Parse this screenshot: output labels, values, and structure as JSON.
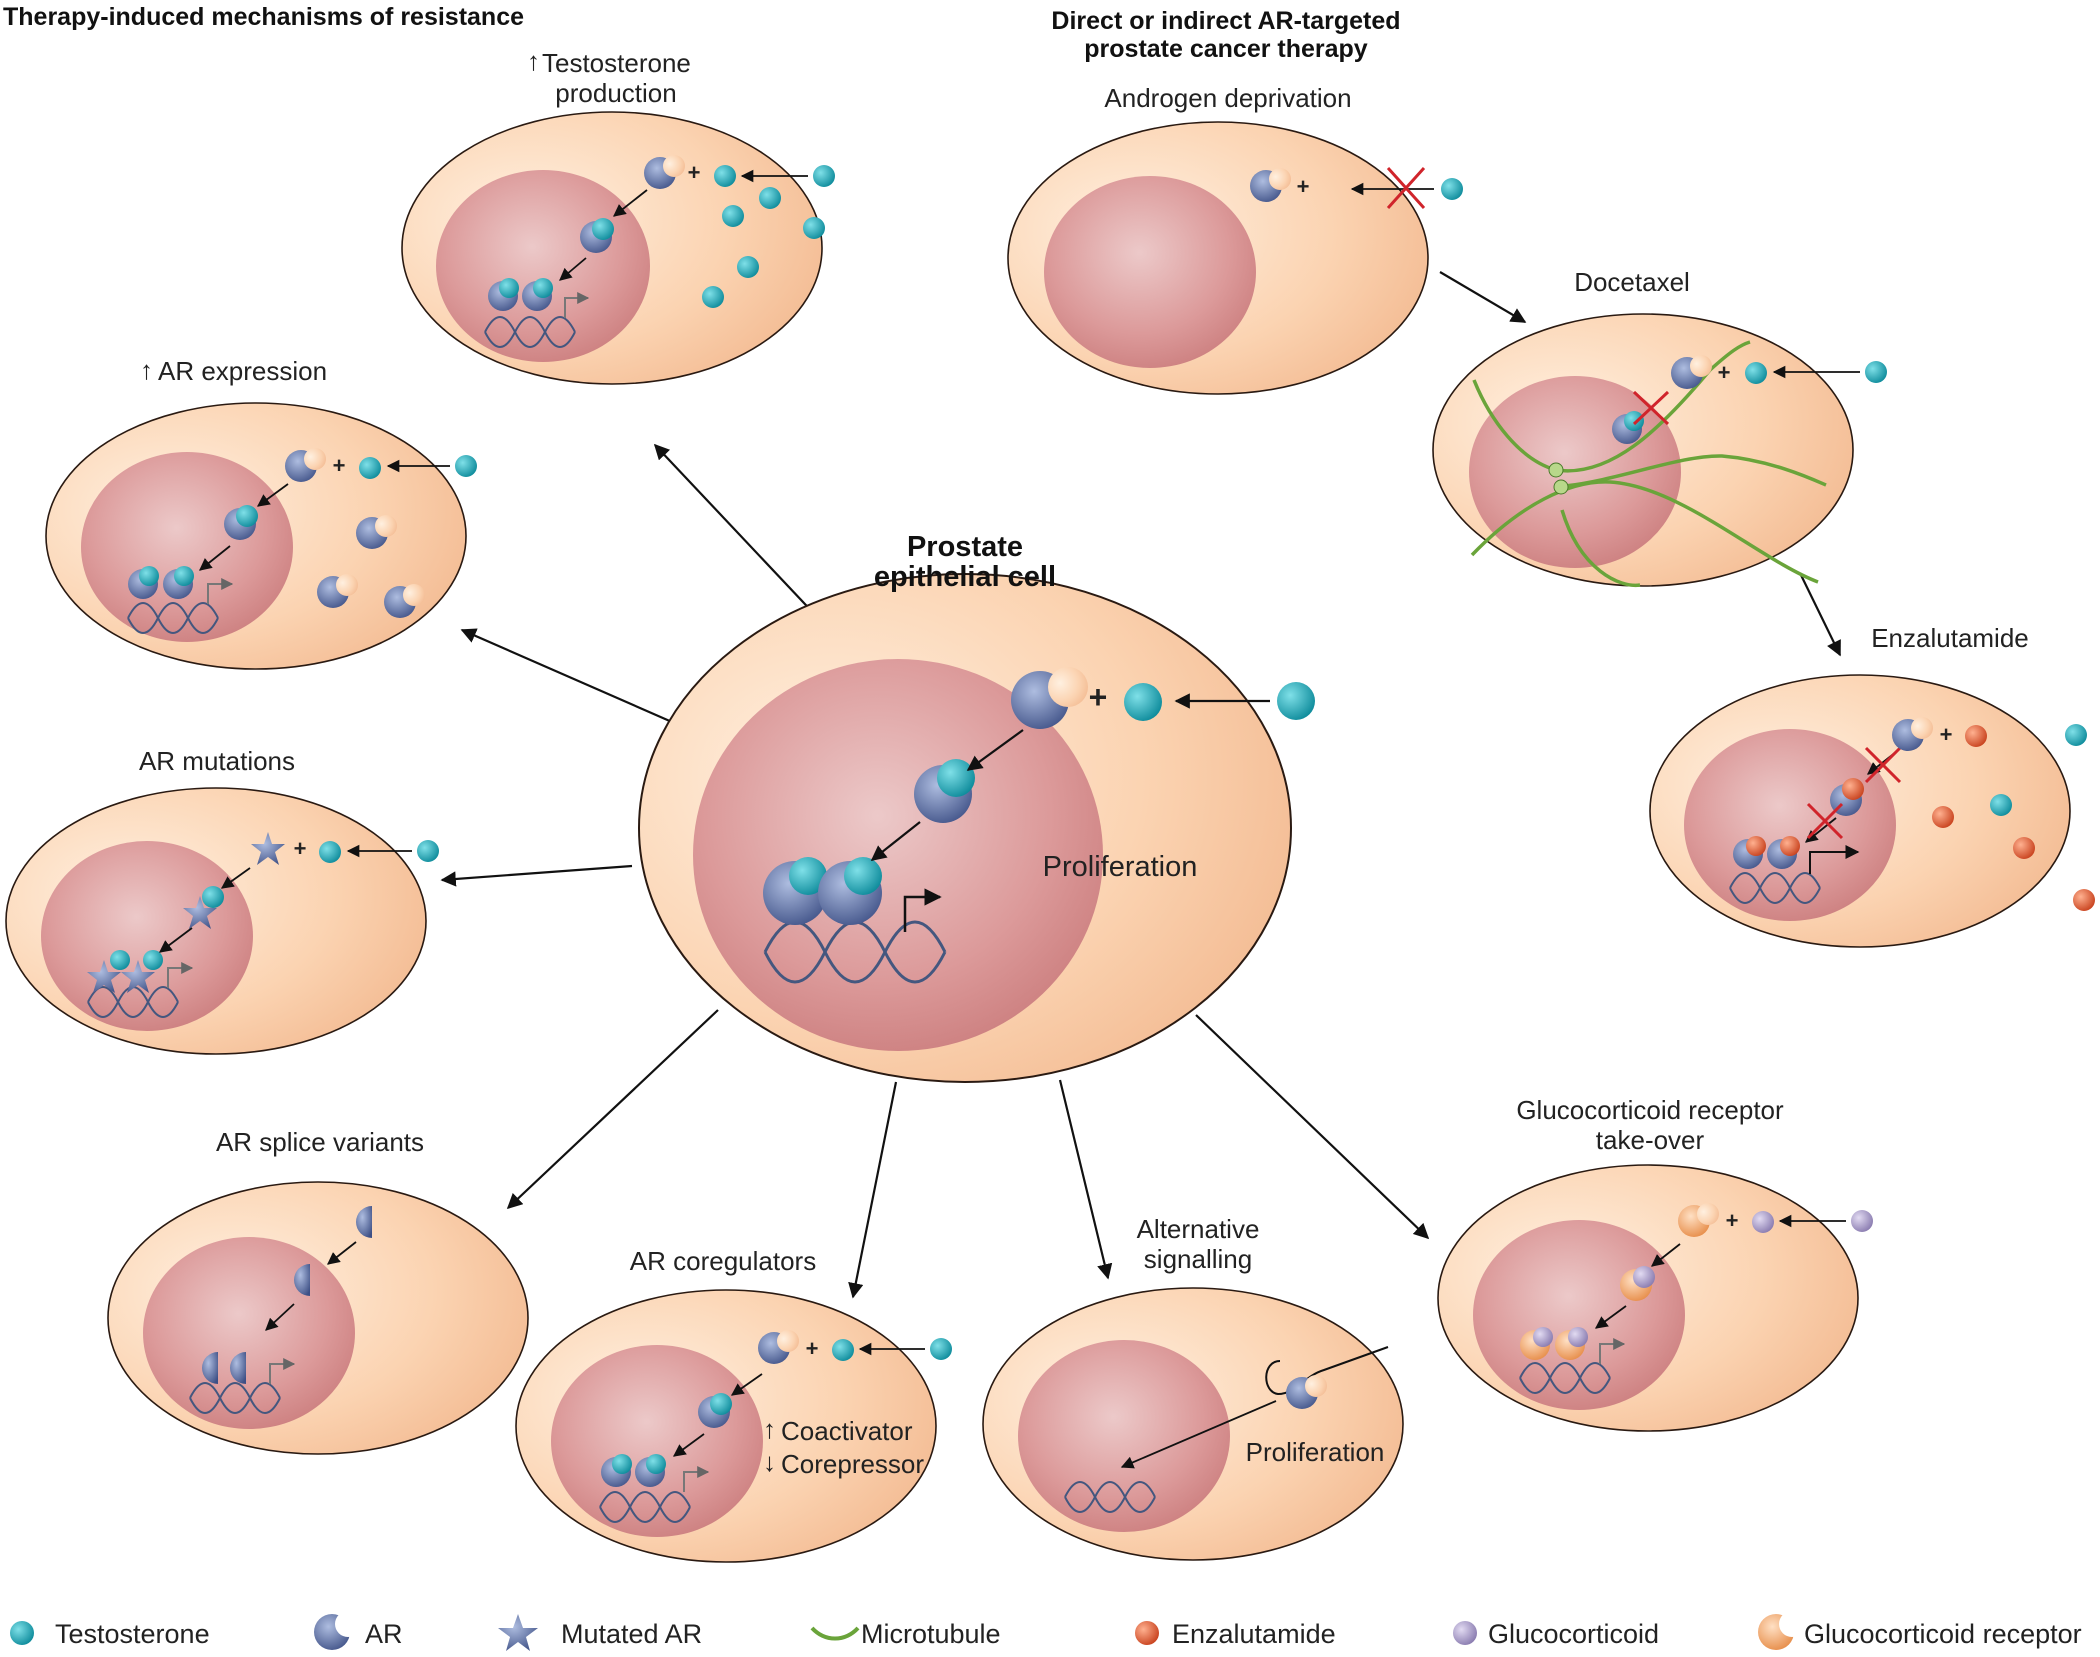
{
  "headers": {
    "left": "Therapy-induced mechanisms of resistance",
    "right_line1": "Direct or indirect AR-targeted",
    "right_line2": "prostate cancer therapy"
  },
  "central": {
    "title_line1": "Prostate",
    "title_line2": "epithelial cell",
    "label": "Proliferation"
  },
  "panels": {
    "testosterone": {
      "line1": "Testosterone",
      "line2": "production"
    },
    "ar_expression": {
      "label": "AR expression"
    },
    "ar_mutations": {
      "label": "AR mutations"
    },
    "ar_splice": {
      "label": "AR splice variants"
    },
    "ar_coregulators": {
      "label": "AR coregulators",
      "coactivator": "Coactivator",
      "corepressor": "Corepressor"
    },
    "alt_signalling": {
      "line1": "Alternative",
      "line2": "signalling",
      "label": "Proliferation"
    },
    "gr_takeover": {
      "line1": "Glucocorticoid receptor",
      "line2": "take-over"
    },
    "androgen_deprivation": {
      "label": "Androgen deprivation"
    },
    "docetaxel": {
      "label": "Docetaxel"
    },
    "enzalutamide": {
      "label": "Enzalutamide"
    }
  },
  "plus_sign": "+",
  "legend": [
    {
      "label": "Testosterone",
      "icon": "testosterone-icon"
    },
    {
      "label": "AR",
      "icon": "ar-icon"
    },
    {
      "label": "Mutated AR",
      "icon": "mutated-ar-icon"
    },
    {
      "label": "Microtubule",
      "icon": "microtubule-icon"
    },
    {
      "label": "Enzalutamide",
      "icon": "enzalutamide-icon"
    },
    {
      "label": "Glucocorticoid",
      "icon": "glucocorticoid-icon"
    },
    {
      "label": "Glucocorticoid receptor",
      "icon": "glucocorticoid-receptor-icon"
    }
  ],
  "colors": {
    "cell": "#f7c9a3",
    "nucleus": "#d98f8f",
    "testosterone": "#1aa5b5",
    "ar": "#5268a0",
    "microtubule": "#6aa43a",
    "enzalutamide": "#e0623a",
    "glucocorticoid": "#a89ac8",
    "glucocorticoid_receptor": "#f4a46a",
    "inhibit": "#d0242b"
  }
}
